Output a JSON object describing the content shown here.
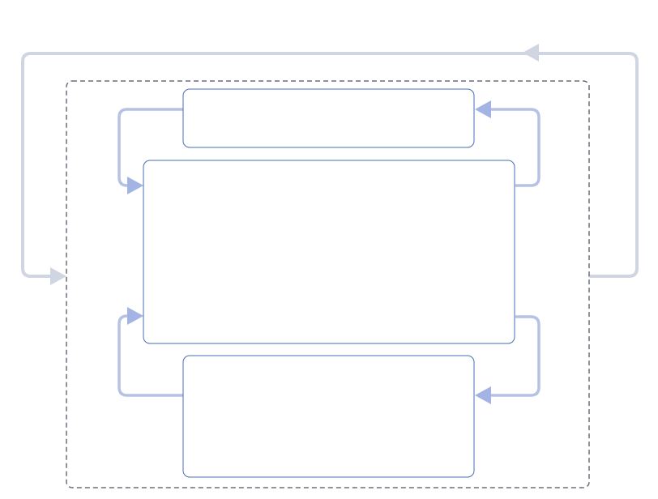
{
  "diagram": {
    "colors": {
      "background": "#ffffff",
      "outer_loop": "#cfd6e2",
      "inner_loop": "#b5c2e6",
      "arrow_head_outer": "#cfd6e2",
      "arrow_head_inner": "#a3b3e3",
      "container_border": "#6b6f7a",
      "box_border": "#4a6bb8",
      "box_fill": "#ffffff"
    },
    "boxes": {
      "top": {
        "label": ""
      },
      "middle": {
        "label": ""
      },
      "bottom": {
        "label": ""
      }
    },
    "container": {
      "label": "",
      "style": "dashed"
    },
    "loops": [
      {
        "name": "outer-feedback",
        "from": "container-right",
        "to": "container-left",
        "direction": "counterclockwise"
      },
      {
        "name": "top-to-middle",
        "from": "top-box-left",
        "to": "middle-box-left"
      },
      {
        "name": "middle-to-top",
        "from": "middle-box-right",
        "to": "top-box-right"
      },
      {
        "name": "bottom-to-middle",
        "from": "bottom-box-left",
        "to": "middle-box-left"
      },
      {
        "name": "middle-to-bottom",
        "from": "middle-box-right",
        "to": "bottom-box-right"
      }
    ]
  }
}
